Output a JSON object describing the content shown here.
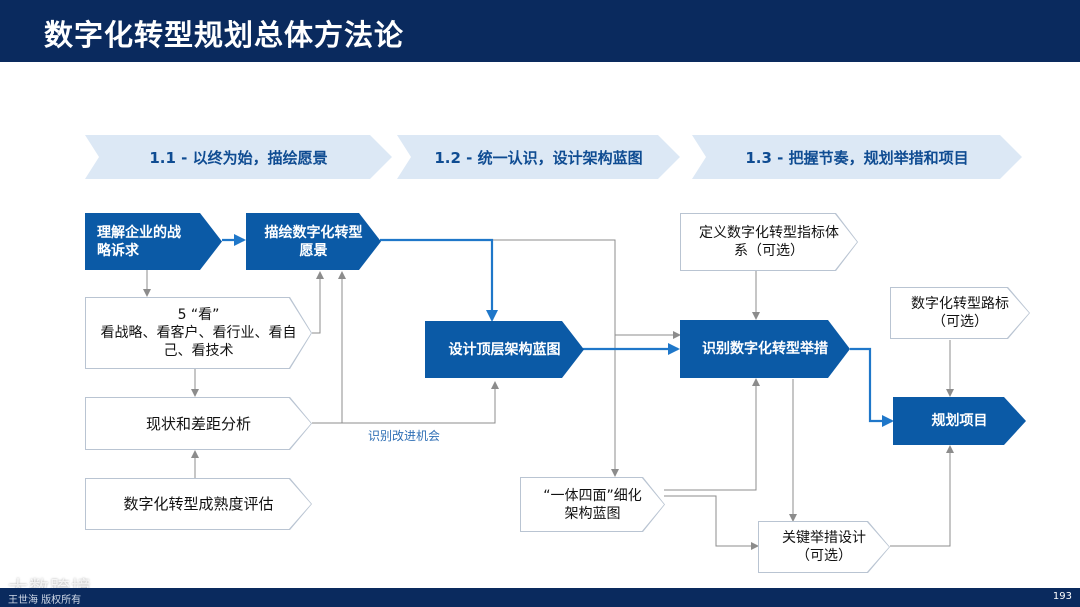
{
  "header": {
    "title": "数字化转型规划总体方法论"
  },
  "phases": [
    {
      "label": "1.1 - 以终为始，描绘愿景"
    },
    {
      "label": "1.2 - 统一认识，设计架构蓝图"
    },
    {
      "label": "1.3 - 把握节奏，规划举措和项目"
    }
  ],
  "nodes": {
    "strategy": "理解企业的战略诉求",
    "vision": "描绘数字化转型愿景",
    "five_look_title": "5 “看”",
    "five_look_body": "看战略、看客户、看行业、看自己、看技术",
    "gap": "现状和差距分析",
    "maturity": "数字化转型成熟度评估",
    "top_arch": "设计顶层架构蓝图",
    "indicators": "定义数字化转型指标体系（可选）",
    "identify": "识别数字化转型举措",
    "roadmap": "数字化转型路标（可选）",
    "plan": "规划项目",
    "one_four": "“一体四面”细化架构蓝图",
    "key_design": "关键举措设计（可选）"
  },
  "edge_labels": {
    "improve": "识别改进机会"
  },
  "footer": {
    "left": "王世海 版权所有",
    "page": "193"
  },
  "watermark": "大数跨境",
  "colors": {
    "dark_blue": "#0b5aa6",
    "header_bg": "#0a2a5e",
    "phase_bg": "#dce8f5",
    "line_gray": "#8c8c8c",
    "line_blue": "#1f77c9"
  }
}
